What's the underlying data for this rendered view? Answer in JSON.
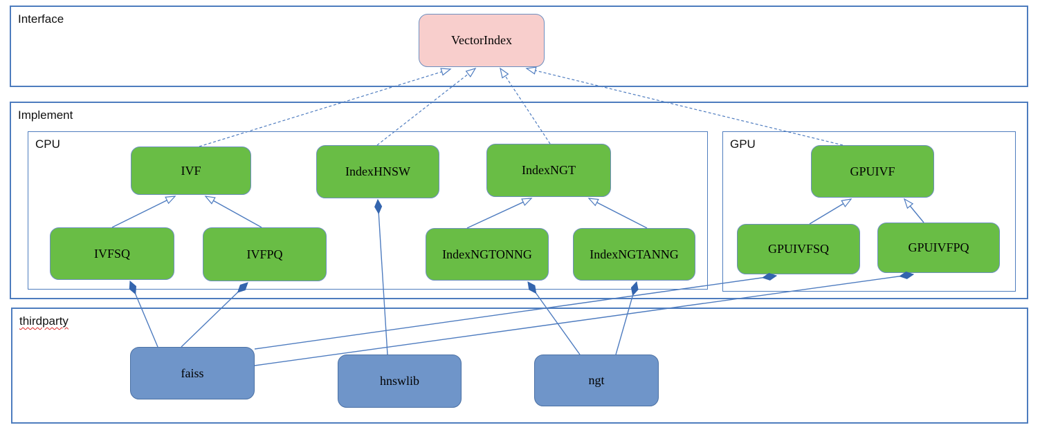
{
  "containers": {
    "interface": {
      "label": "Interface"
    },
    "implement": {
      "label": "Implement"
    },
    "cpu": {
      "label": "CPU"
    },
    "gpu": {
      "label": "GPU"
    },
    "thirdparty": {
      "label": "thirdparty"
    }
  },
  "nodes": {
    "vectorindex": {
      "label": "VectorIndex"
    },
    "ivf": {
      "label": "IVF"
    },
    "indexhnsw": {
      "label": "IndexHNSW"
    },
    "indexngt": {
      "label": "IndexNGT"
    },
    "gpuivf": {
      "label": "GPUIVF"
    },
    "ivfsq": {
      "label": "IVFSQ"
    },
    "ivfpq": {
      "label": "IVFPQ"
    },
    "indexngtonng": {
      "label": "IndexNGTONNG"
    },
    "indexngtanng": {
      "label": "IndexNGTANNG"
    },
    "gpuivfsq": {
      "label": "GPUIVFSQ"
    },
    "gpuivfpq": {
      "label": "GPUIVFPQ"
    },
    "faiss": {
      "label": "faiss"
    },
    "hnswlib": {
      "label": "hnswlib"
    },
    "ngt": {
      "label": "ngt"
    }
  },
  "relationships": {
    "realization": [
      {
        "from": "IVF",
        "to": "VectorIndex"
      },
      {
        "from": "IndexHNSW",
        "to": "VectorIndex"
      },
      {
        "from": "IndexNGT",
        "to": "VectorIndex"
      },
      {
        "from": "GPUIVF",
        "to": "VectorIndex"
      }
    ],
    "generalization": [
      {
        "from": "IVFSQ",
        "to": "IVF"
      },
      {
        "from": "IVFPQ",
        "to": "IVF"
      },
      {
        "from": "IndexNGTONNG",
        "to": "IndexNGT"
      },
      {
        "from": "IndexNGTANNG",
        "to": "IndexNGT"
      },
      {
        "from": "GPUIVFSQ",
        "to": "GPUIVF"
      },
      {
        "from": "GPUIVFPQ",
        "to": "GPUIVF"
      }
    ],
    "composition": [
      {
        "from": "faiss",
        "to": "IVFSQ"
      },
      {
        "from": "faiss",
        "to": "IVFPQ"
      },
      {
        "from": "faiss",
        "to": "GPUIVFSQ"
      },
      {
        "from": "faiss",
        "to": "GPUIVFPQ"
      },
      {
        "from": "hnswlib",
        "to": "IndexHNSW"
      },
      {
        "from": "ngt",
        "to": "IndexNGTONNG"
      },
      {
        "from": "ngt",
        "to": "IndexNGTANNG"
      }
    ]
  },
  "colors": {
    "container_border": "#4d7cbe",
    "connector": "#4d7bbf",
    "diamond_fill": "#3465ae",
    "node_green_fill": "#69bd45",
    "node_pink_fill": "#f8cecc",
    "node_blue_fill": "#6f95c9",
    "node_border": "#6c8ebf",
    "misspell_underline": "#d22222"
  }
}
